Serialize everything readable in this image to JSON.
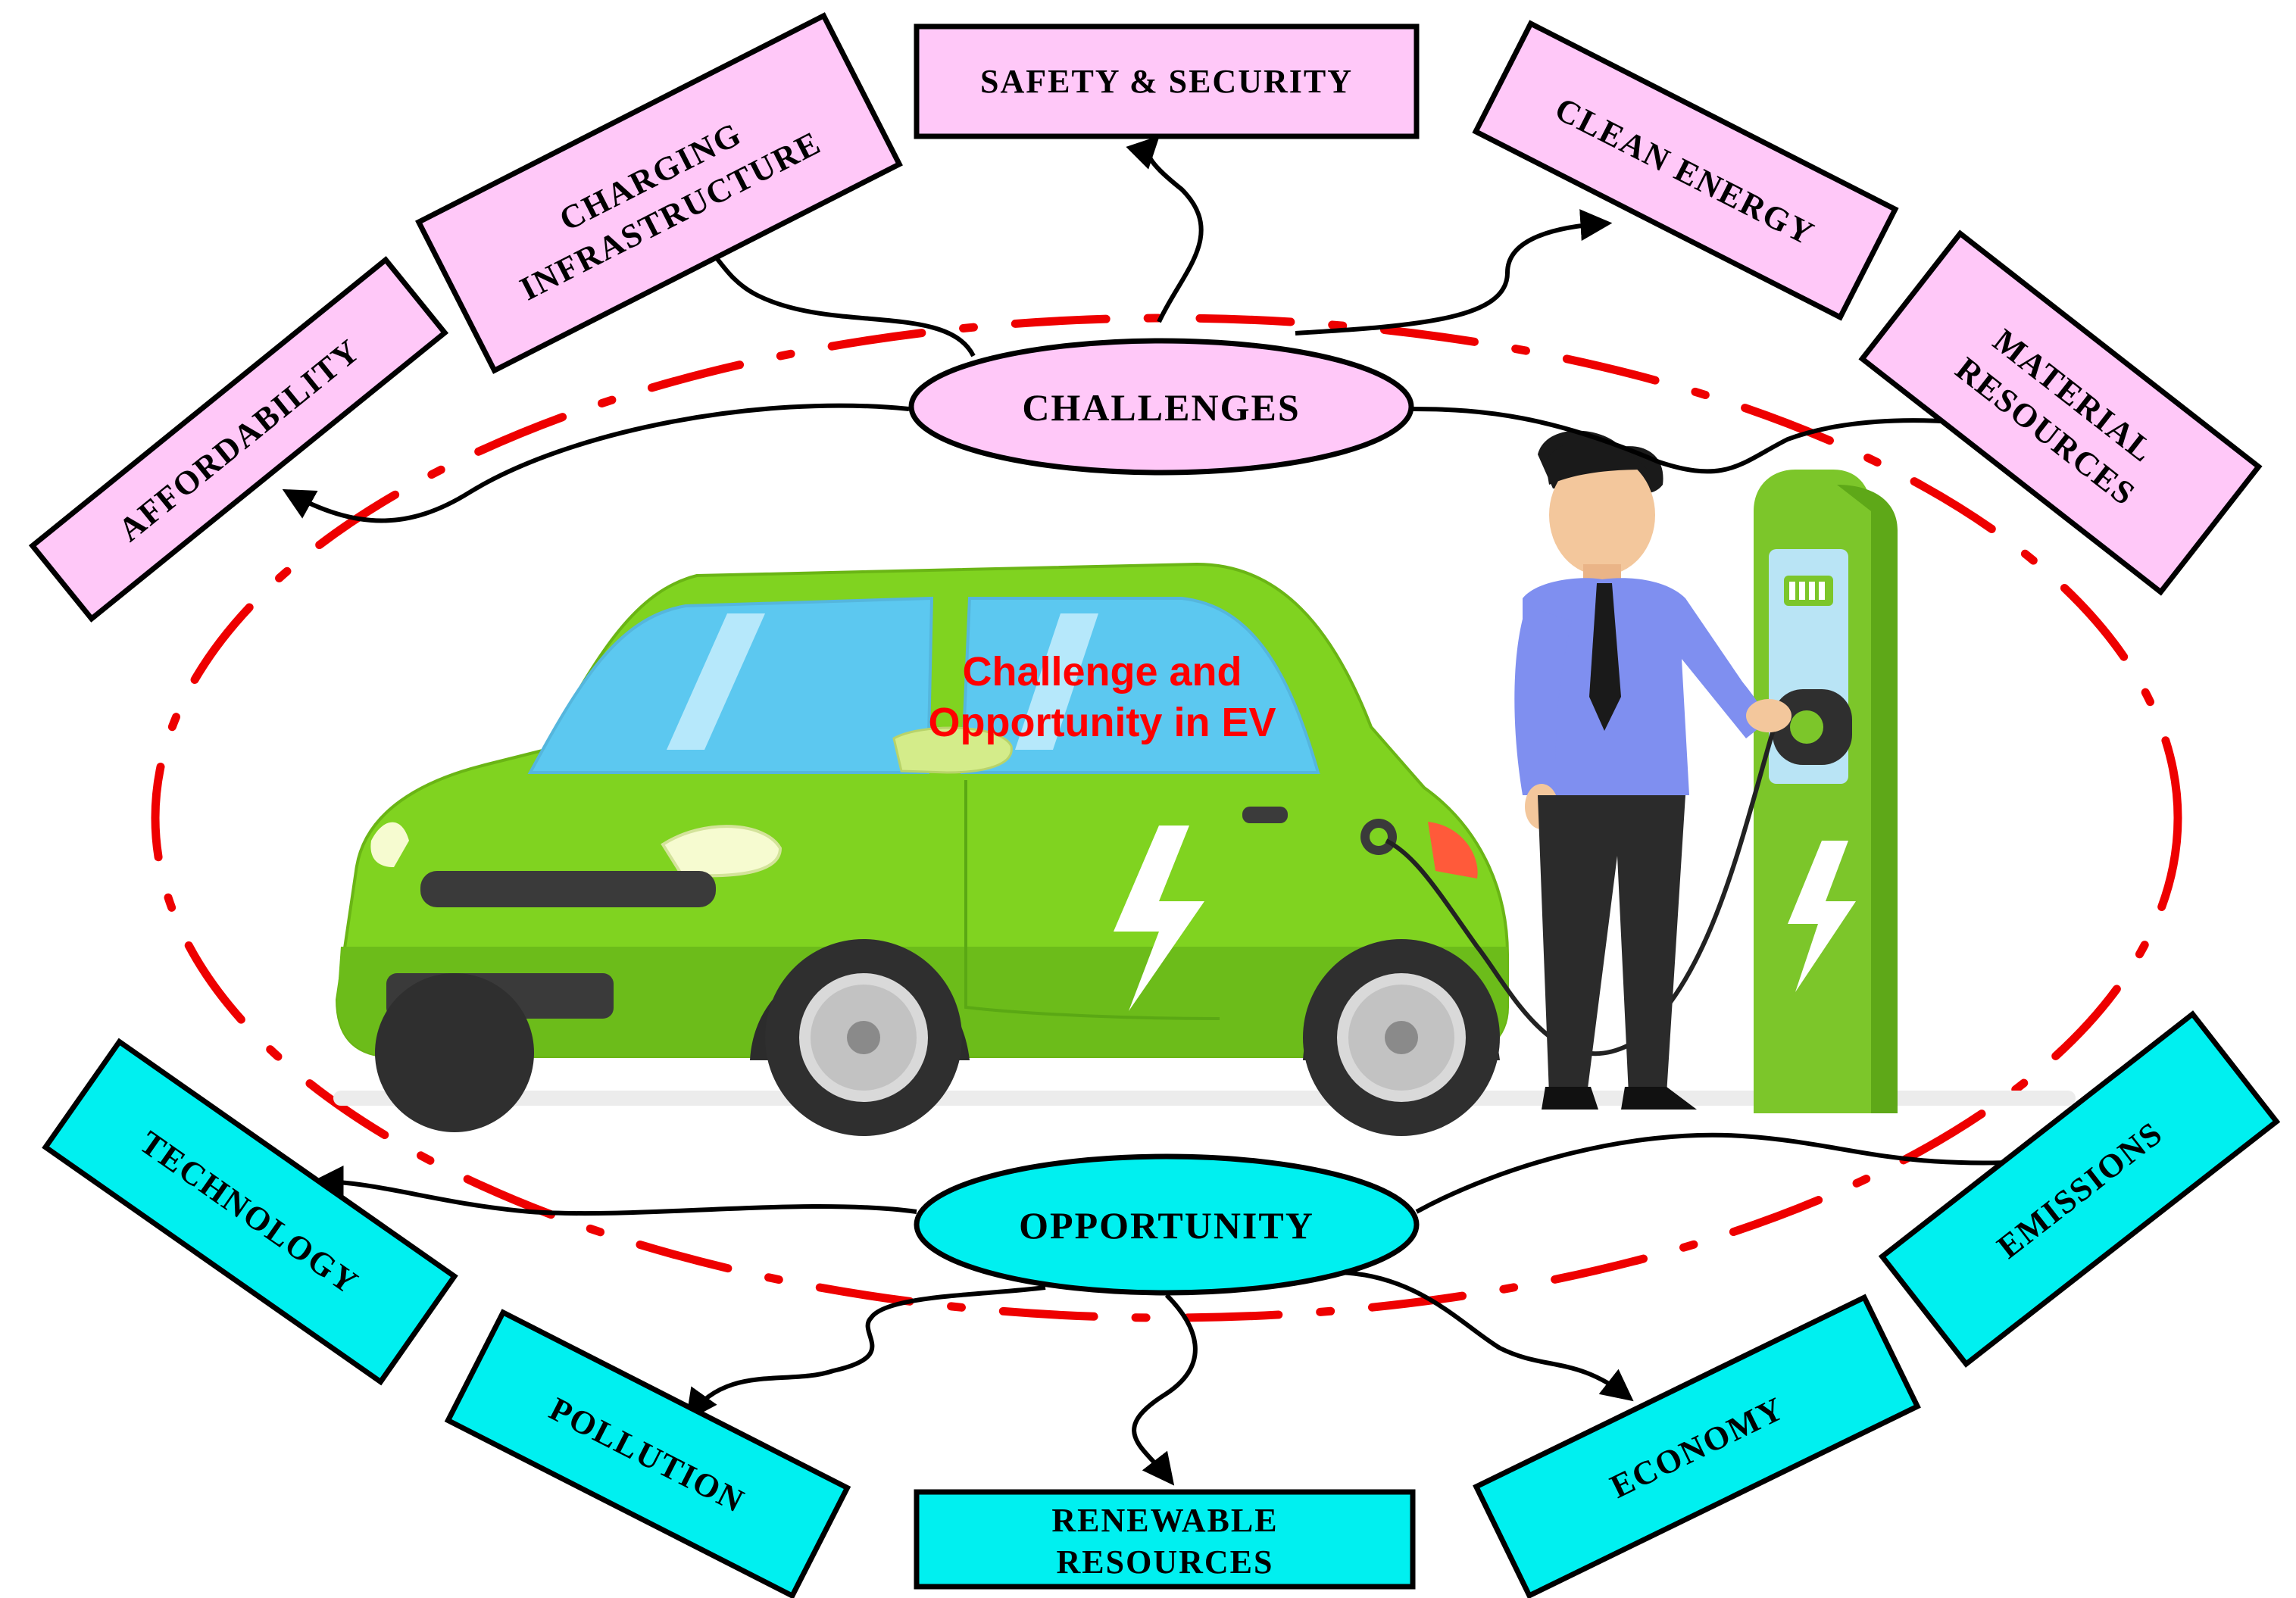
{
  "center_title": {
    "line1": "Challenge and",
    "line2": "Opportunity in EV",
    "color": "#ff0000"
  },
  "hubs": {
    "challenges": "CHALLENGES",
    "opportunity": "OPPORTUNITY"
  },
  "challenges": [
    {
      "id": "affordability",
      "lines": [
        "AFFORDABILITY"
      ]
    },
    {
      "id": "charging-infrastructure",
      "lines": [
        "CHARGING",
        "INFRASTRUCTURE"
      ]
    },
    {
      "id": "safety-security",
      "lines": [
        "SAFETY & SECURITY"
      ]
    },
    {
      "id": "clean-energy",
      "lines": [
        "CLEAN ENERGY"
      ]
    },
    {
      "id": "material-resources",
      "lines": [
        "MATERIAL",
        "RESOURCES"
      ]
    }
  ],
  "opportunities": [
    {
      "id": "technology",
      "lines": [
        "TECHNOLOGY"
      ]
    },
    {
      "id": "pollution",
      "lines": [
        "POLLUTION"
      ]
    },
    {
      "id": "renewable-resources",
      "lines": [
        "RENEWABLE",
        "RESOURCES"
      ]
    },
    {
      "id": "economy",
      "lines": [
        "ECONOMY"
      ]
    },
    {
      "id": "emissions",
      "lines": [
        "EMISSIONS"
      ]
    }
  ],
  "colors": {
    "challenge_fill": "#ffc8f8",
    "opportunity_fill": "#00f0f0",
    "dash_ring": "#ee0000",
    "car_green": "#7ed321",
    "charger_green": "#7cc62a",
    "shirt_blue": "#7f8ff0"
  }
}
